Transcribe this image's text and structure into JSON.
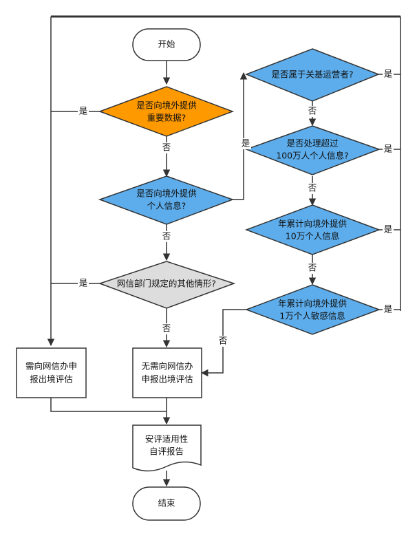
{
  "colors": {
    "orange": "#FF9900",
    "blue": "#5DADEC",
    "gray": "#DDDDDD",
    "stroke": "#333333"
  },
  "nodes": {
    "start": "开始",
    "q_important": [
      "是否向境外提供",
      "重要数据?"
    ],
    "q_personal": [
      "是否向境外提供",
      "个人信息?"
    ],
    "q_cii": "是否属于关基运营者?",
    "q_million": [
      "是否处理超过",
      "100万人个人信息?"
    ],
    "q_100k": [
      "年累计向境外提供",
      "10万个人信息"
    ],
    "q_10k": [
      "年累计向境外提供",
      "1万个人敏感信息"
    ],
    "q_other": "网信部门规定的其他情形?",
    "need_assess": [
      "需向网信办申",
      "报出境评估"
    ],
    "no_assess": [
      "无需向网信办",
      "申报出境评估"
    ],
    "self_report": [
      "安评适用性",
      "自评报告"
    ],
    "end": "结束"
  },
  "labels": {
    "yes": "是",
    "no": "否"
  }
}
